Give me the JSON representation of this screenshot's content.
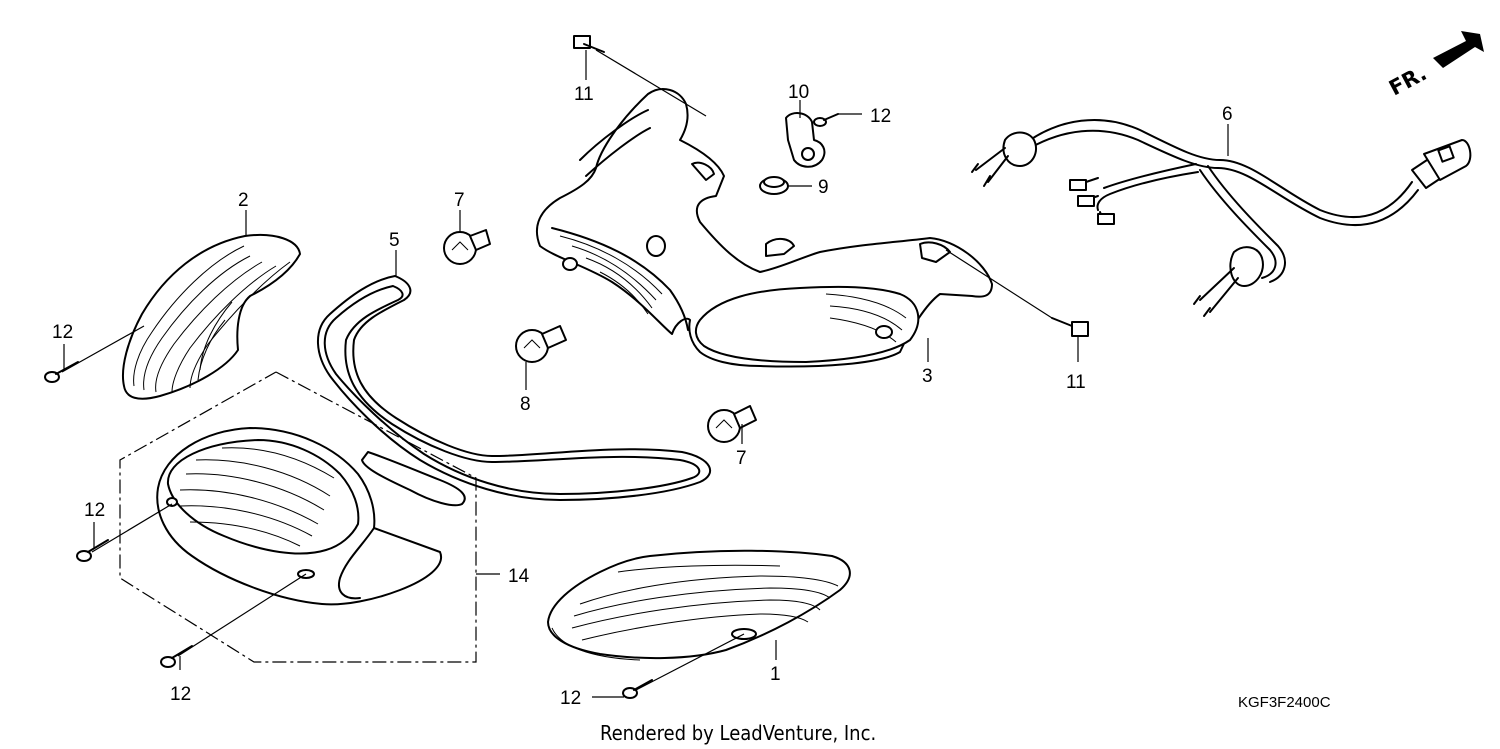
{
  "diagram": {
    "code": "KGF3F2400C",
    "credit": "Rendered by LeadVenture, Inc.",
    "direction_label": "FR.",
    "callouts": [
      {
        "id": "c1",
        "label": "1"
      },
      {
        "id": "c2",
        "label": "2"
      },
      {
        "id": "c3",
        "label": "3"
      },
      {
        "id": "c5",
        "label": "5"
      },
      {
        "id": "c6",
        "label": "6"
      },
      {
        "id": "c7a",
        "label": "7"
      },
      {
        "id": "c7b",
        "label": "7"
      },
      {
        "id": "c8",
        "label": "8"
      },
      {
        "id": "c9",
        "label": "9"
      },
      {
        "id": "c10",
        "label": "10"
      },
      {
        "id": "c11a",
        "label": "11"
      },
      {
        "id": "c11b",
        "label": "11"
      },
      {
        "id": "c12a",
        "label": "12"
      },
      {
        "id": "c12b",
        "label": "12"
      },
      {
        "id": "c12c",
        "label": "12"
      },
      {
        "id": "c12d",
        "label": "12"
      },
      {
        "id": "c12e",
        "label": "12"
      },
      {
        "id": "c14",
        "label": "14"
      }
    ]
  }
}
